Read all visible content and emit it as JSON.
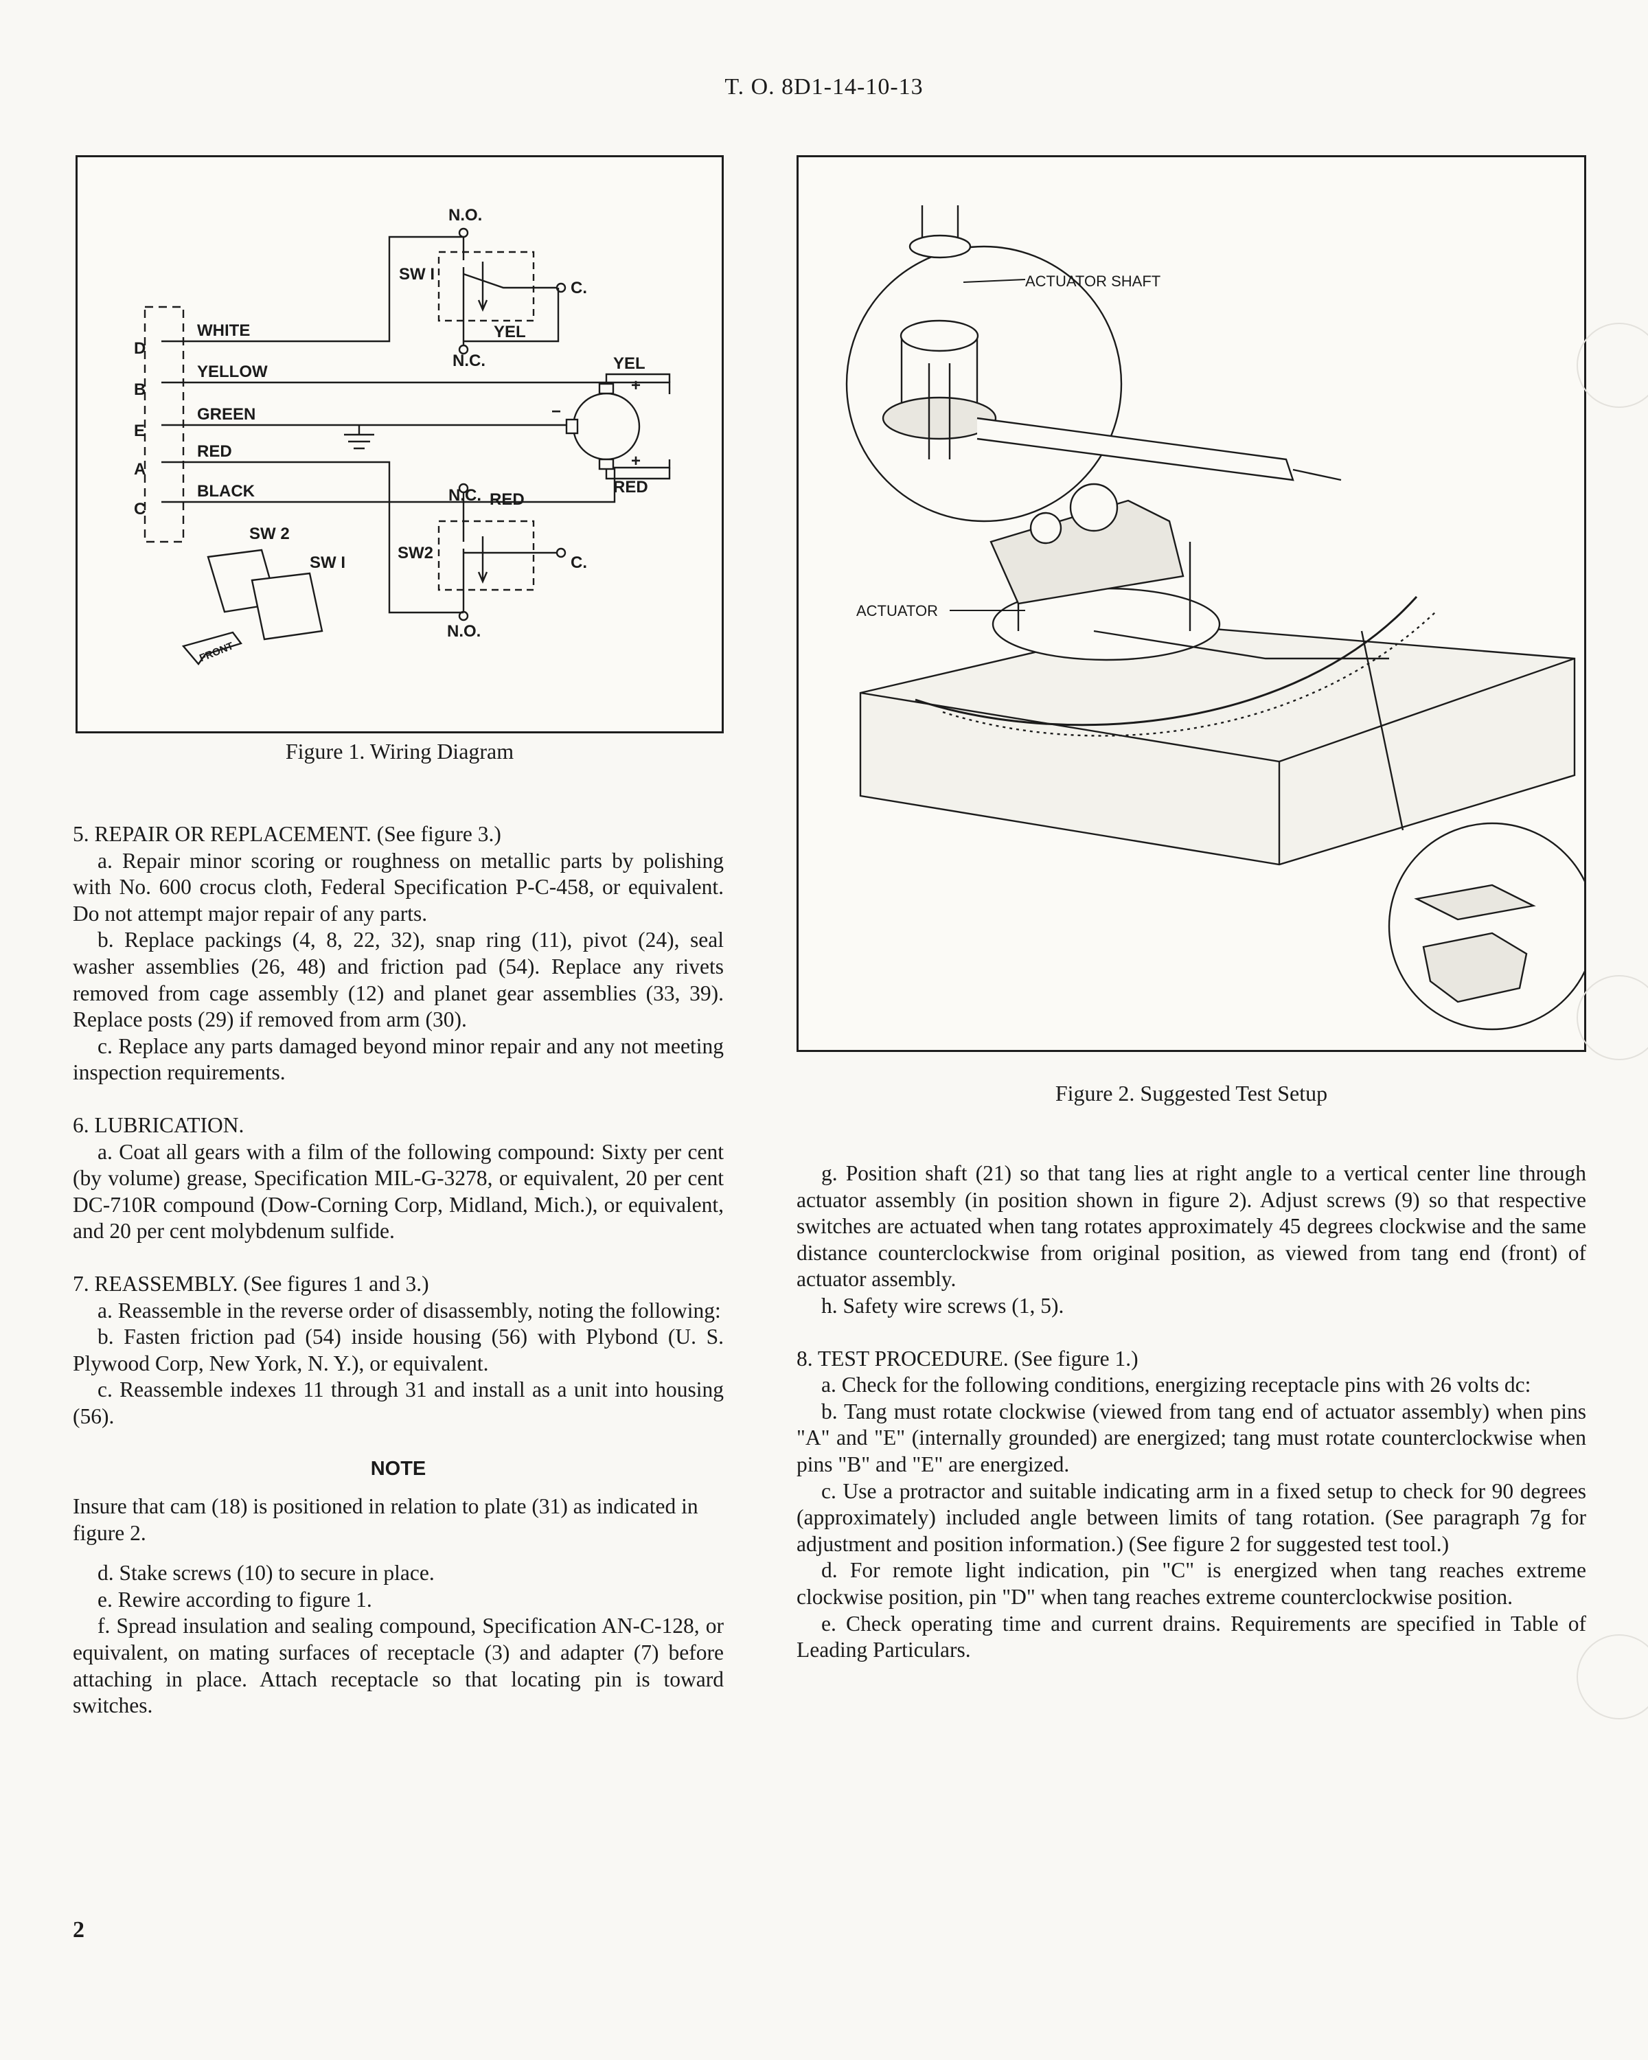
{
  "header": {
    "to_number": "T. O.  8D1-14-10-13"
  },
  "figure1": {
    "caption": "Figure 1.  Wiring Diagram",
    "pins": [
      "D",
      "B",
      "E",
      "A",
      "C"
    ],
    "wires": [
      "WHITE",
      "YELLOW",
      "GREEN",
      "RED",
      "BLACK"
    ],
    "labels": {
      "no_top": "N.O.",
      "sw1": "SW I",
      "c_top": "C.",
      "yel_small": "YEL",
      "nc_top": "N.C.",
      "yel_motor": "YEL",
      "plus_top": "+",
      "minus": "−",
      "plus_bottom": "+",
      "red_motor": "RED",
      "nc_bottom": "N.C.",
      "red_small": "RED",
      "sw2": "SW2",
      "c_bottom": "C.",
      "no_bottom": "N.O.",
      "sw2_label": "SW 2",
      "sw1_label": "SW I",
      "front": "FRONT"
    }
  },
  "figure2": {
    "caption": "Figure 2.  Suggested Test Setup",
    "callouts": {
      "actuator_shaft": "ACTUATOR SHAFT",
      "actuator": "ACTUATOR"
    }
  },
  "left_column": [
    {
      "kind": "head",
      "text": "5.  REPAIR OR REPLACEMENT.  (See figure 3.)"
    },
    {
      "kind": "ind",
      "text": "a.  Repair minor scoring or roughness on metallic parts by polishing with No. 600 crocus cloth, Federal Specification P-C-458, or equivalent.  Do not attempt major repair of any parts."
    },
    {
      "kind": "ind",
      "text": "b.  Replace packings (4, 8, 22, 32), snap ring (11), pivot (24), seal washer assemblies (26, 48) and friction pad (54).  Replace any rivets removed from cage assembly (12) and planet gear assemblies (33, 39).  Replace posts (29) if removed from arm (30)."
    },
    {
      "kind": "ind",
      "text": "c.  Replace any parts damaged beyond minor repair and any not meeting inspection requirements."
    },
    {
      "kind": "gap",
      "text": ""
    },
    {
      "kind": "head",
      "text": "6.  LUBRICATION."
    },
    {
      "kind": "ind",
      "text": "a.  Coat all gears with a film of the following compound: Sixty per cent (by volume) grease, Specification MIL-G-3278, or equivalent, 20 per cent DC-710R compound (Dow-Corning Corp, Midland, Mich.), or equivalent, and 20 per cent molybdenum sulfide."
    },
    {
      "kind": "gap",
      "text": ""
    },
    {
      "kind": "head",
      "text": "7.  REASSEMBLY.  (See figures 1 and 3.)"
    },
    {
      "kind": "ind",
      "text": "a.  Reassemble in the reverse order of disassembly, noting the following:"
    },
    {
      "kind": "ind",
      "text": "b.  Fasten friction pad (54) inside housing (56) with Plybond (U. S. Plywood Corp, New York, N. Y.), or equivalent."
    },
    {
      "kind": "ind",
      "text": "c.  Reassemble indexes 11 through 31 and install as a unit into housing (56)."
    },
    {
      "kind": "gap",
      "text": ""
    },
    {
      "kind": "note_title",
      "text": "NOTE"
    },
    {
      "kind": "note",
      "text": "Insure that cam (18) is positioned in relation to plate (31) as indicated in figure 2."
    },
    {
      "kind": "half",
      "text": ""
    },
    {
      "kind": "ind",
      "text": "d.  Stake screws (10) to secure in place."
    },
    {
      "kind": "ind",
      "text": "e.  Rewire according to figure 1."
    },
    {
      "kind": "ind",
      "text": "f.  Spread insulation and sealing compound, Specification AN-C-128, or equivalent, on mating surfaces of receptacle (3) and adapter (7) before attaching in place.  Attach receptacle so that locating pin is toward switches."
    }
  ],
  "right_column": [
    {
      "kind": "ind",
      "text": "g.  Position shaft (21) so that tang lies at right angle to a vertical center line through actuator assembly (in position shown in figure 2).  Adjust screws (9) so that respective switches are actuated when tang rotates approximately 45 degrees clockwise and the same distance counterclockwise from original position, as viewed from tang end (front) of actuator assembly."
    },
    {
      "kind": "ind",
      "text": "h.  Safety wire screws (1, 5)."
    },
    {
      "kind": "gap",
      "text": ""
    },
    {
      "kind": "head",
      "text": "8.  TEST PROCEDURE.  (See figure 1.)"
    },
    {
      "kind": "ind",
      "text": "a.  Check for the following conditions, energizing receptacle pins with 26 volts dc:"
    },
    {
      "kind": "ind",
      "text": "b.  Tang must rotate clockwise (viewed from tang end of actuator assembly) when pins \"A\" and \"E\" (internally grounded) are energized; tang must rotate counterclockwise when pins \"B\" and \"E\" are energized."
    },
    {
      "kind": "ind",
      "text": "c.  Use a protractor and suitable indicating arm in a fixed setup to check for 90 degrees (approximately) included angle between limits of tang rotation.  (See paragraph 7g for adjustment and position information.) (See figure 2 for suggested test tool.)"
    },
    {
      "kind": "ind",
      "text": "d.  For remote light indication, pin \"C\" is energized when tang reaches extreme clockwise position, pin \"D\" when tang reaches extreme counterclockwise position."
    },
    {
      "kind": "ind",
      "text": "e.  Check operating time and current drains.  Requirements are specified in Table of Leading Particulars."
    }
  ],
  "page_number": "2"
}
